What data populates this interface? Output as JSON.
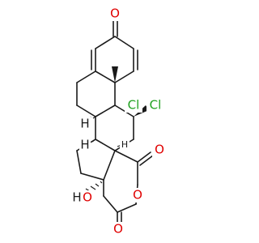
{
  "molecule": {
    "atoms": {
      "ketone_o_top": "O",
      "chloro_9": "Cl",
      "chloro_11": "Cl",
      "lactone_o_carbonyl_right": "O",
      "lactone_o_ring": "O",
      "lactone_o_carbonyl_bottom": "O",
      "hydroxyl_h": "H",
      "hydroxyl_o": "O",
      "stereo_h_8": "H",
      "stereo_h_14": "H",
      "stereo_h_small": "H"
    },
    "colors": {
      "bond": "#1a1a1a",
      "oxygen": "#e00000",
      "chlorine": "#1fa11f",
      "hydrogen": "#1a1a1a"
    }
  }
}
